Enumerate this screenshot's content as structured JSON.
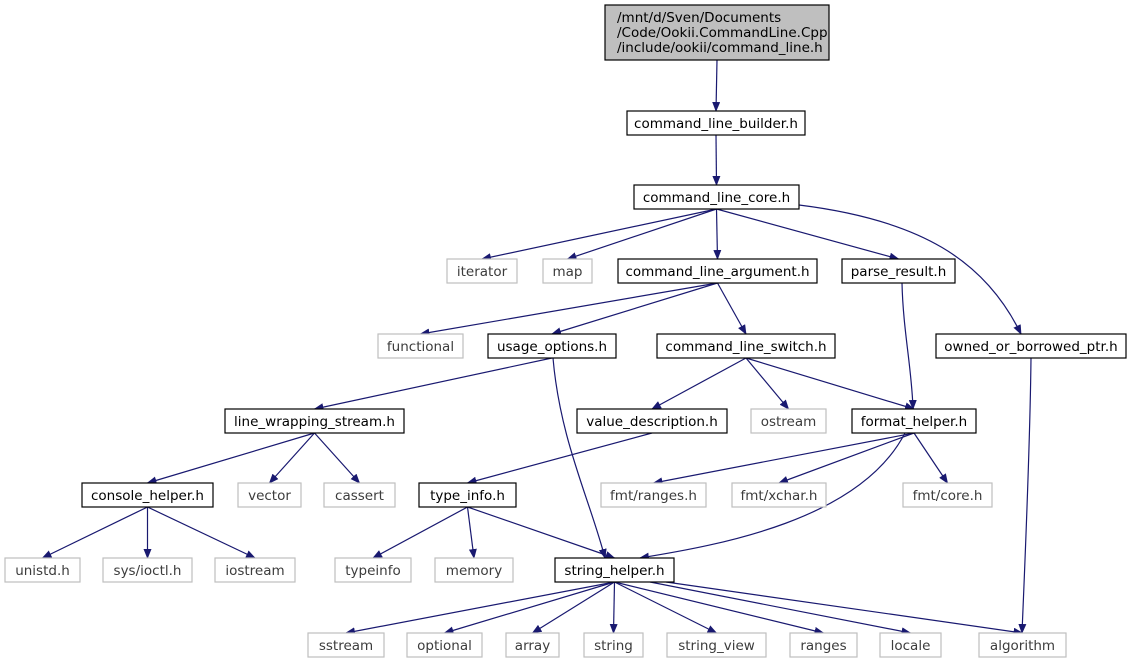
{
  "diagram": {
    "root": {
      "id": "root",
      "lines": [
        "/mnt/d/Sven/Documents",
        "/Code/Ookii.CommandLine.Cpp",
        "/include/ookii/command_line.h"
      ]
    },
    "nodes": [
      {
        "id": "builder",
        "label": "command_line_builder.h",
        "type": "local"
      },
      {
        "id": "core",
        "label": "command_line_core.h",
        "type": "local"
      },
      {
        "id": "iterator",
        "label": "iterator",
        "type": "system"
      },
      {
        "id": "map",
        "label": "map",
        "type": "system"
      },
      {
        "id": "argument",
        "label": "command_line_argument.h",
        "type": "local"
      },
      {
        "id": "parse_result",
        "label": "parse_result.h",
        "type": "local"
      },
      {
        "id": "functional",
        "label": "functional",
        "type": "system"
      },
      {
        "id": "usage_options",
        "label": "usage_options.h",
        "type": "local"
      },
      {
        "id": "switch",
        "label": "command_line_switch.h",
        "type": "local"
      },
      {
        "id": "owned",
        "label": "owned_or_borrowed_ptr.h",
        "type": "local"
      },
      {
        "id": "line_wrapping",
        "label": "line_wrapping_stream.h",
        "type": "local"
      },
      {
        "id": "value_description",
        "label": "value_description.h",
        "type": "local"
      },
      {
        "id": "ostream",
        "label": "ostream",
        "type": "system"
      },
      {
        "id": "format_helper",
        "label": "format_helper.h",
        "type": "local"
      },
      {
        "id": "console_helper",
        "label": "console_helper.h",
        "type": "local"
      },
      {
        "id": "vector",
        "label": "vector",
        "type": "system"
      },
      {
        "id": "cassert",
        "label": "cassert",
        "type": "system"
      },
      {
        "id": "type_info",
        "label": "type_info.h",
        "type": "local"
      },
      {
        "id": "fmt_ranges",
        "label": "fmt/ranges.h",
        "type": "system"
      },
      {
        "id": "fmt_xchar",
        "label": "fmt/xchar.h",
        "type": "system"
      },
      {
        "id": "fmt_core",
        "label": "fmt/core.h",
        "type": "system"
      },
      {
        "id": "unistd",
        "label": "unistd.h",
        "type": "system"
      },
      {
        "id": "ioctl",
        "label": "sys/ioctl.h",
        "type": "system"
      },
      {
        "id": "iostream",
        "label": "iostream",
        "type": "system"
      },
      {
        "id": "typeinfo",
        "label": "typeinfo",
        "type": "system"
      },
      {
        "id": "memory",
        "label": "memory",
        "type": "system"
      },
      {
        "id": "string_helper",
        "label": "string_helper.h",
        "type": "local"
      },
      {
        "id": "sstream",
        "label": "sstream",
        "type": "system"
      },
      {
        "id": "optional",
        "label": "optional",
        "type": "system"
      },
      {
        "id": "array",
        "label": "array",
        "type": "system"
      },
      {
        "id": "string",
        "label": "string",
        "type": "system"
      },
      {
        "id": "string_view",
        "label": "string_view",
        "type": "system"
      },
      {
        "id": "ranges",
        "label": "ranges",
        "type": "system"
      },
      {
        "id": "locale",
        "label": "locale",
        "type": "system"
      },
      {
        "id": "algorithm",
        "label": "algorithm",
        "type": "system"
      }
    ],
    "edges": [
      [
        "root",
        "builder"
      ],
      [
        "builder",
        "core"
      ],
      [
        "core",
        "iterator"
      ],
      [
        "core",
        "map"
      ],
      [
        "core",
        "argument"
      ],
      [
        "core",
        "parse_result"
      ],
      [
        "core",
        "owned"
      ],
      [
        "argument",
        "functional"
      ],
      [
        "argument",
        "usage_options"
      ],
      [
        "argument",
        "switch"
      ],
      [
        "parse_result",
        "format_helper"
      ],
      [
        "owned",
        "algorithm"
      ],
      [
        "usage_options",
        "line_wrapping"
      ],
      [
        "usage_options",
        "string_helper"
      ],
      [
        "switch",
        "value_description"
      ],
      [
        "switch",
        "ostream"
      ],
      [
        "switch",
        "format_helper"
      ],
      [
        "line_wrapping",
        "console_helper"
      ],
      [
        "line_wrapping",
        "vector"
      ],
      [
        "line_wrapping",
        "cassert"
      ],
      [
        "value_description",
        "type_info"
      ],
      [
        "format_helper",
        "fmt_ranges"
      ],
      [
        "format_helper",
        "fmt_xchar"
      ],
      [
        "format_helper",
        "fmt_core"
      ],
      [
        "format_helper",
        "string_helper"
      ],
      [
        "console_helper",
        "unistd"
      ],
      [
        "console_helper",
        "ioctl"
      ],
      [
        "console_helper",
        "iostream"
      ],
      [
        "type_info",
        "typeinfo"
      ],
      [
        "type_info",
        "memory"
      ],
      [
        "type_info",
        "string_helper"
      ],
      [
        "string_helper",
        "sstream"
      ],
      [
        "string_helper",
        "optional"
      ],
      [
        "string_helper",
        "array"
      ],
      [
        "string_helper",
        "string"
      ],
      [
        "string_helper",
        "string_view"
      ],
      [
        "string_helper",
        "ranges"
      ],
      [
        "string_helper",
        "locale"
      ],
      [
        "string_helper",
        "algorithm"
      ]
    ],
    "colors": {
      "root_fill": "#bfbfbf",
      "local_border": "#000000",
      "system_border": "#bfbfbf",
      "system_text": "#3c3c3c",
      "edge": "#191970"
    }
  }
}
